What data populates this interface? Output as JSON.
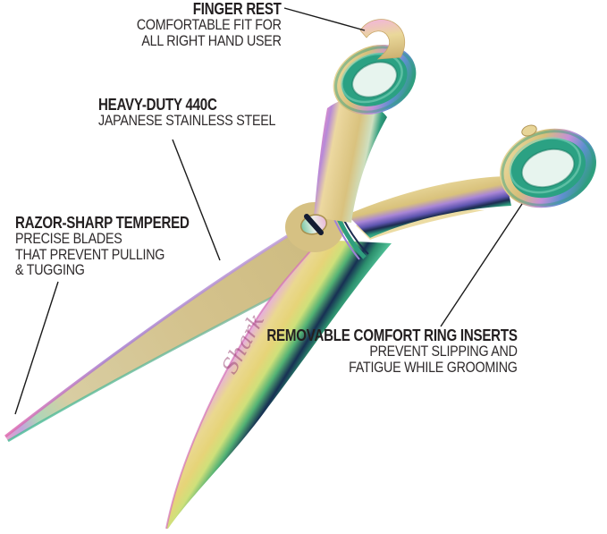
{
  "product": {
    "type": "pet-grooming-scissors",
    "engraving": "Shark",
    "colors": {
      "gold": "#d9c27c",
      "pink": "#d887c3",
      "purple": "#8f6fc8",
      "blue": "#5f8fd0",
      "teal": "#2f9e7e",
      "navy": "#1c2c50",
      "ring_insert": "#2ba183",
      "text": "#231f20",
      "leader_line": "#1a1a1a",
      "background": "#ffffff"
    }
  },
  "callouts": [
    {
      "id": "finger-rest",
      "title": "FINGER REST",
      "lines": [
        "COMFORTABLE FIT FOR",
        "ALL RIGHT HAND USER"
      ],
      "align": "right"
    },
    {
      "id": "heavy-duty",
      "title": "HEAVY-DUTY 440C",
      "lines": [
        "JAPANESE STAINLESS STEEL"
      ],
      "align": "left"
    },
    {
      "id": "razor-sharp",
      "title": "RAZOR-SHARP TEMPERED",
      "lines": [
        "PRECISE BLADES",
        "THAT PREVENT PULLING",
        "& TUGGING"
      ],
      "align": "left"
    },
    {
      "id": "ring-inserts",
      "title": "REMOVABLE COMFORT RING INSERTS",
      "lines": [
        "PREVENT SLIPPING AND",
        "FATIGUE WHILE GROOMING"
      ],
      "align": "right"
    }
  ]
}
